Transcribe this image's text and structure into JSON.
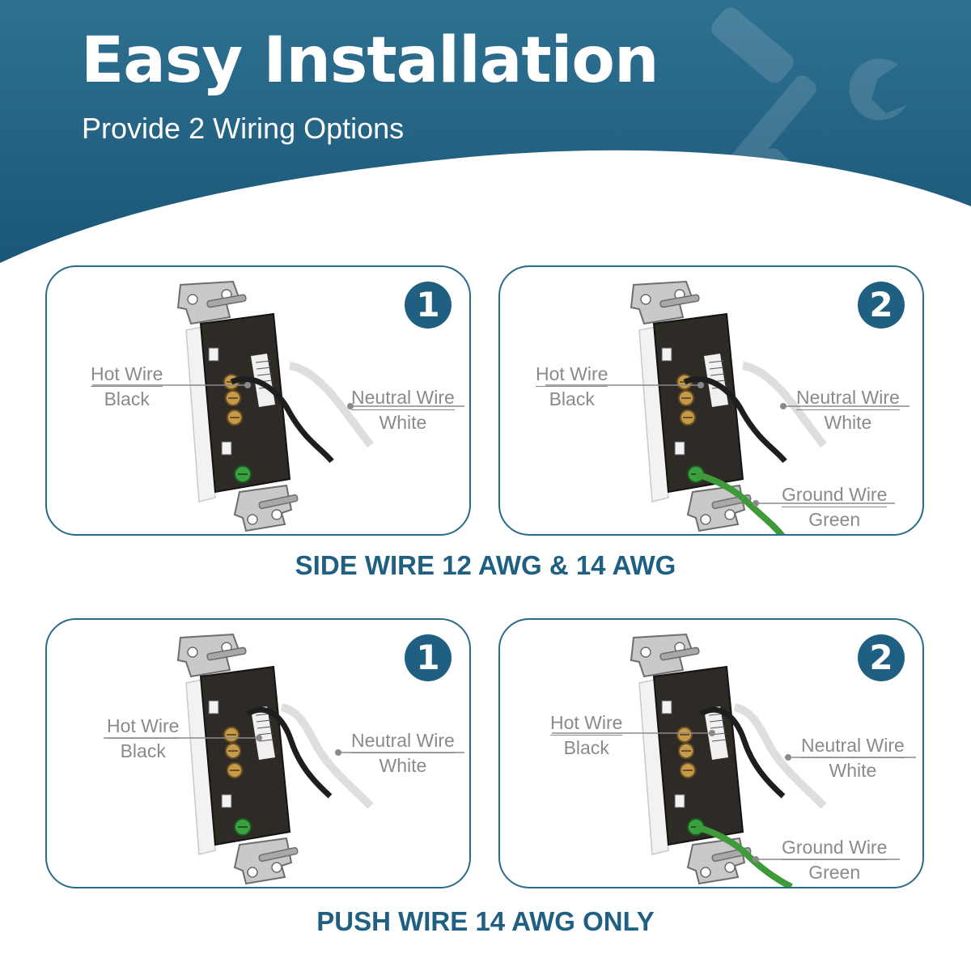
{
  "header": {
    "title": "Easy Installation",
    "subtitle": "Provide 2 Wiring Options",
    "colors": {
      "top": "#2f7090",
      "bottom": "#1a5677"
    },
    "decoration_icon": "wrench-screwdriver-icon"
  },
  "sections": [
    {
      "title": "SIDE WIRE 12 AWG & 14 AWG",
      "options": [
        {
          "badge": "1",
          "labels": {
            "hot": [
              "Hot Wire",
              "Black"
            ],
            "neutral": [
              "Neutral Wire",
              "White"
            ]
          }
        },
        {
          "badge": "2",
          "labels": {
            "hot": [
              "Hot Wire",
              "Black"
            ],
            "neutral": [
              "Neutral Wire",
              "White"
            ],
            "ground": [
              "Ground Wire",
              "Green"
            ]
          }
        }
      ]
    },
    {
      "title": "PUSH WIRE 14 AWG ONLY",
      "options": [
        {
          "badge": "1",
          "labels": {
            "hot": [
              "Hot Wire",
              "Black"
            ],
            "neutral": [
              "Neutral Wire",
              "White"
            ]
          }
        },
        {
          "badge": "2",
          "labels": {
            "hot": [
              "Hot Wire",
              "Black"
            ],
            "neutral": [
              "Neutral Wire",
              "White"
            ],
            "ground": [
              "Ground Wire",
              "Green"
            ]
          }
        }
      ]
    }
  ],
  "colors": {
    "accent": "#1f5f82",
    "panel_border": "#2b6b8a",
    "label_text": "#8a8a8a",
    "ground_wire": "#3f9a3a"
  }
}
